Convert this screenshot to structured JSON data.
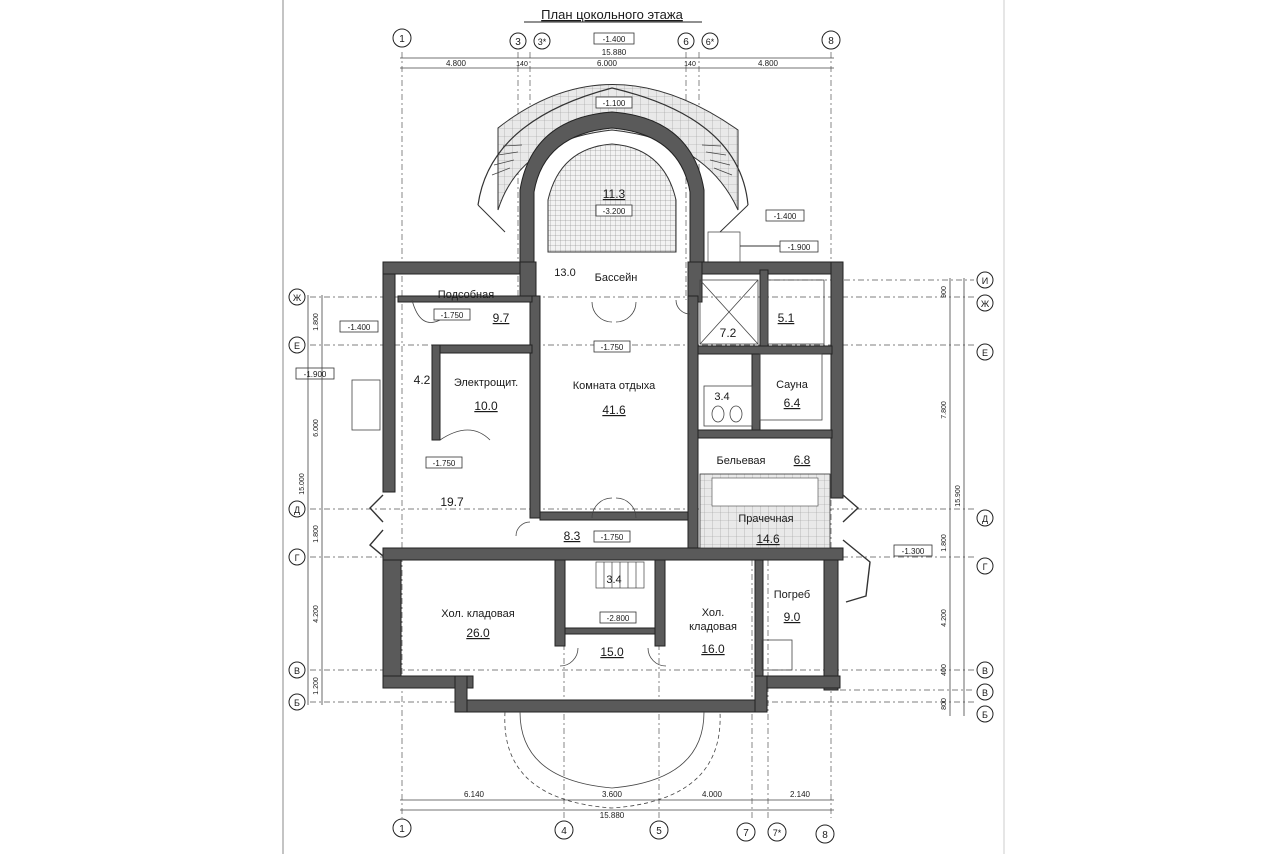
{
  "title": "План цокольного этажа",
  "axes_top": [
    "1",
    "3",
    "3*",
    "6",
    "6*",
    "8"
  ],
  "axes_bottom": [
    "1",
    "4",
    "5",
    "7",
    "7*",
    "8"
  ],
  "axes_left": [
    "Ж",
    "Е",
    "Д",
    "Г",
    "В",
    "Б"
  ],
  "axes_right": [
    "И",
    "Ж",
    "Е",
    "Д",
    "Г",
    "В",
    "В",
    "Б"
  ],
  "dims_top": {
    "total": "15.880",
    "segments": [
      "4.800",
      "140",
      "6.000",
      "140",
      "4.800"
    ]
  },
  "dims_bottom": {
    "total": "15.880",
    "segments": [
      "6.140",
      "3.600",
      "4.000",
      "2.140"
    ]
  },
  "dims_left": [
    "1.800",
    "6.000",
    "15.000",
    "1.800",
    "4.200",
    "1.200"
  ],
  "dims_right": [
    "900",
    "7.800",
    "15.900",
    "1.800",
    "4.200",
    "400",
    "800"
  ],
  "levels": {
    "top_main": "-1.400",
    "top_inner": "-1.100",
    "pool": "-3.200",
    "right_upper": "-1.400",
    "right_stair": "-1.900",
    "left_upper": "-1.400",
    "left_lower": "-1.900",
    "utility": "-1.750",
    "lounge": "-1.750",
    "hall": "-1.750",
    "corridor": "-1.750",
    "stair_down": "-2.800",
    "right_lower": "-1.300"
  },
  "rooms": {
    "pool_area": "11.3",
    "pool_hall_area": "13.0",
    "pool_name": "Бассейн",
    "utility_name": "Подсобная",
    "utility_area": "9.7",
    "small_left_area": "4.2",
    "electric_name": "Электрощит.",
    "electric_area": "10.0",
    "lounge_name": "Комната отдыха",
    "lounge_area": "41.6",
    "shower_area": "7.2",
    "bath_area": "5.1",
    "wc_area": "3.4",
    "sauna_name": "Сауна",
    "sauna_area": "6.4",
    "linen_name": "Бельевая",
    "linen_area": "6.8",
    "laundry_name": "Прачечная",
    "laundry_area": "14.6",
    "hall_area": "19.7",
    "corridor_area": "8.3",
    "stair_area": "3.4",
    "cold_store_1_name": "Хол. кладовая",
    "cold_store_1_area": "26.0",
    "vestibule_area": "15.0",
    "cold_store_2_name_1": "Хол.",
    "cold_store_2_name_2": "кладовая",
    "cold_store_2_area": "16.0",
    "cellar_name": "Погреб",
    "cellar_area": "9.0"
  }
}
